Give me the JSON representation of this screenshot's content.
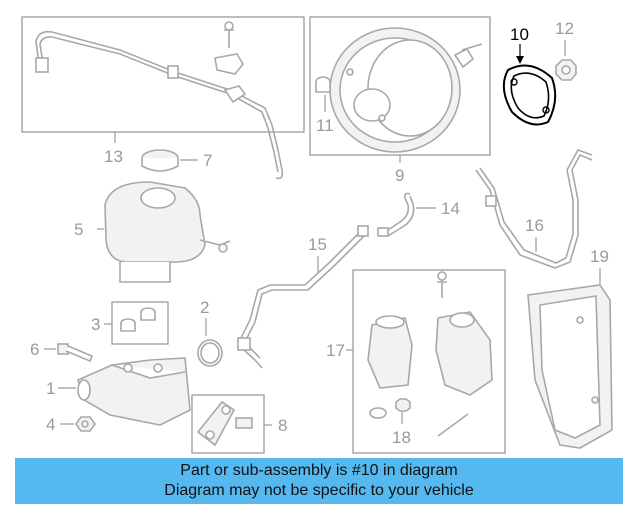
{
  "callouts": {
    "c1": "1",
    "c2": "2",
    "c3": "3",
    "c4": "4",
    "c5": "5",
    "c6": "6",
    "c7": "7",
    "c8": "8",
    "c9": "9",
    "c10": "10",
    "c11": "11",
    "c12": "12",
    "c13": "13",
    "c14": "14",
    "c15": "15",
    "c16": "16",
    "c17": "17",
    "c18": "18",
    "c19": "19"
  },
  "highlight_callout": "10",
  "colors": {
    "banner": "#55b9f0",
    "linework": "#a8a8a8",
    "highlight": "#000000"
  },
  "banner": {
    "line1": "Part or sub-assembly is #10 in diagram",
    "line2": "Diagram may not be specific to your vehicle"
  }
}
